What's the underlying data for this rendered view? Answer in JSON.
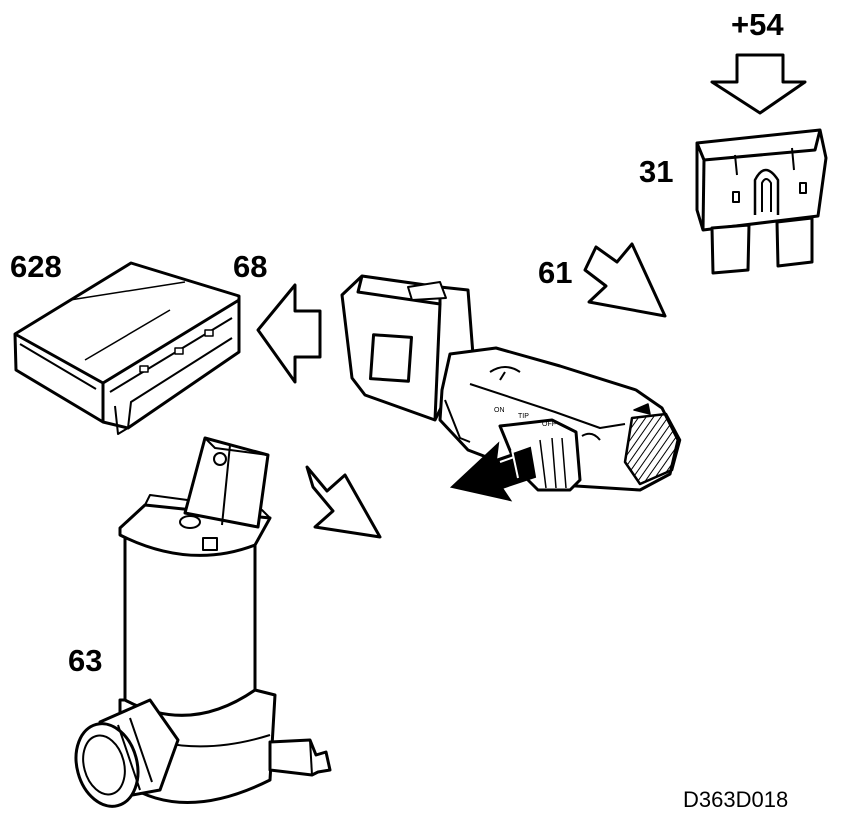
{
  "labels": {
    "supply": "+54",
    "fuse": "31",
    "switch": "61",
    "relay_terminal": "68",
    "control_unit": "628",
    "pump": "63"
  },
  "switch_positions": {
    "on": "ON",
    "tip": "TIP",
    "off": "OFF"
  },
  "drawing_code": "D363D018",
  "colors": {
    "line": "#000000",
    "background": "#ffffff"
  }
}
